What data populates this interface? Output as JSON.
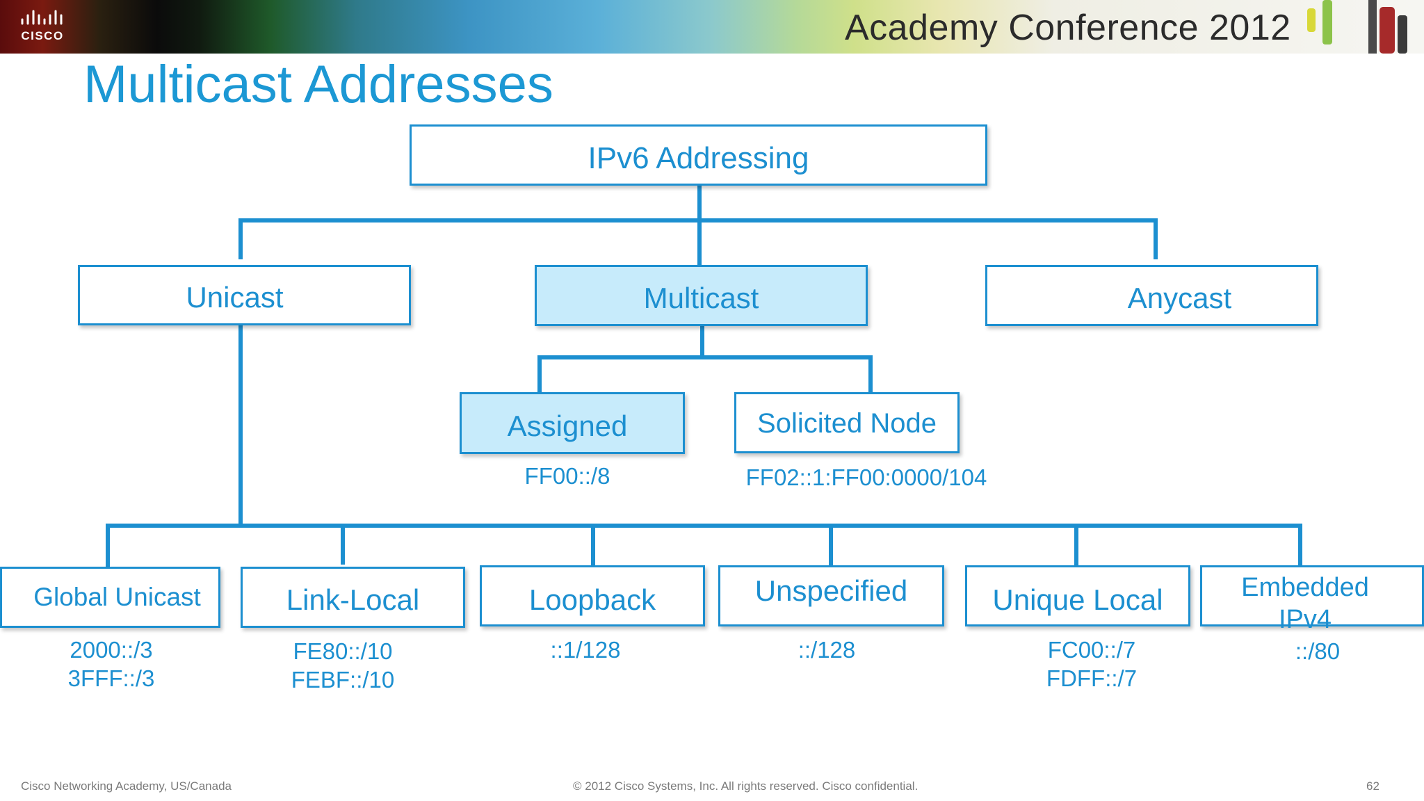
{
  "header": {
    "logo_text": "CISCO",
    "conference_title": "Academy Conference 2012"
  },
  "slide": {
    "title": "Multicast Addresses"
  },
  "diagram": {
    "root": "IPv6 Addressing",
    "level1": {
      "unicast": "Unicast",
      "multicast": "Multicast",
      "anycast": "Anycast"
    },
    "multicast_children": {
      "assigned": {
        "label": "Assigned",
        "prefix": "FF00::/8"
      },
      "solicited": {
        "label": "Solicited Node",
        "prefix": "FF02::1:FF00:0000/104"
      }
    },
    "unicast_children": {
      "global": {
        "label": "Global Unicast",
        "line1": "2000::/3",
        "line2": "3FFF::/3"
      },
      "linklocal": {
        "label": "Link-Local",
        "line1": "FE80::/10",
        "line2": "FEBF::/10"
      },
      "loopback": {
        "label": "Loopback",
        "line1": "::1/128"
      },
      "unspecified": {
        "label": "Unspecified",
        "line1": "::/128"
      },
      "uniquelocal": {
        "label": "Unique Local",
        "line1": "FC00::/7",
        "line2": "FDFF::/7"
      },
      "embedded": {
        "label": "Embedded IPv4",
        "line1": "::/80"
      }
    },
    "colors": {
      "accent": "#1c8fd0",
      "highlight_fill": "#c7ebfb",
      "title": "#1c98d4"
    }
  },
  "footer": {
    "left": "Cisco Networking Academy, US/Canada",
    "center": "© 2012 Cisco Systems, Inc. All rights reserved. Cisco confidential.",
    "page_number": "62"
  }
}
